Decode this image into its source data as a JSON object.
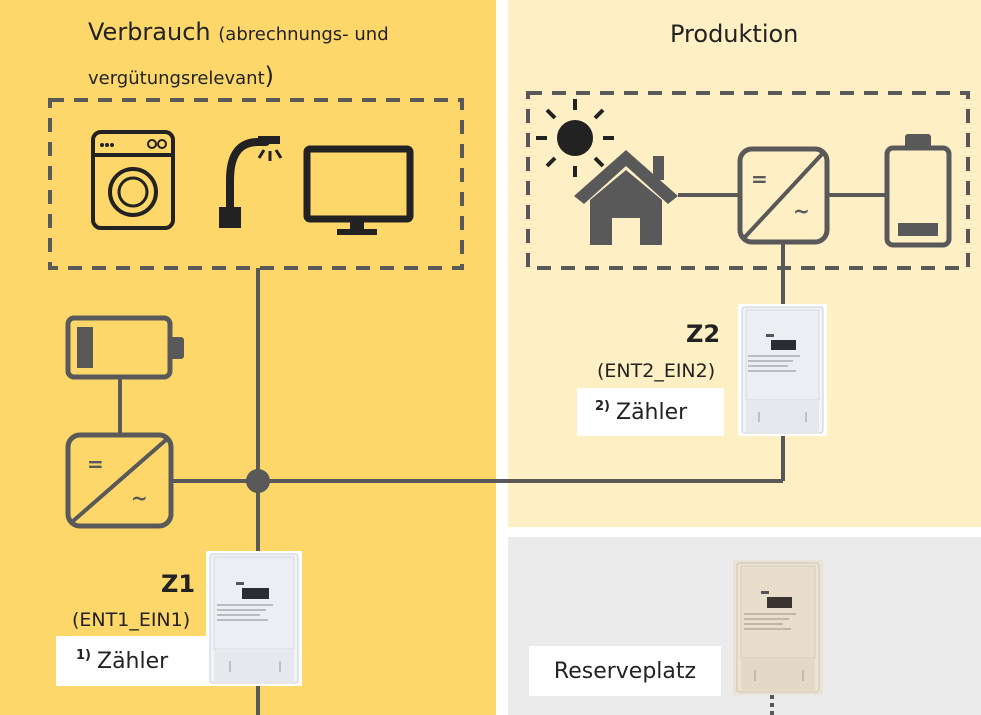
{
  "zones": {
    "verbrauch": {
      "title": "Verbrauch",
      "subtitle_part1": "(abrechnungs- und",
      "subtitle_part2": "vergütungsrelevant",
      "subtitle_close": ")"
    },
    "produktion": {
      "title": "Produktion"
    },
    "reserve": {
      "label": "Reserveplatz"
    }
  },
  "meters": {
    "z1": {
      "id": "Z1",
      "code": "(ENT1_EIN1)",
      "note_mark": "1)",
      "note_label": "Zähler"
    },
    "z2": {
      "id": "Z2",
      "code": "(ENT2_EIN2)",
      "note_mark": "2)",
      "note_label": "Zähler"
    }
  },
  "inverter_symbols": {
    "dc": "=",
    "ac": "~"
  },
  "icons": [
    "washing-machine-icon",
    "lamp-icon",
    "monitor-icon",
    "sun-icon",
    "house-icon",
    "inverter-icon",
    "battery-icon",
    "electricity-meter-icon"
  ],
  "colors": {
    "consumption_zone": "#FDD76A",
    "production_zone": "#FEF0C4",
    "reserve_zone": "#EBEBEB",
    "line": "#595959"
  }
}
